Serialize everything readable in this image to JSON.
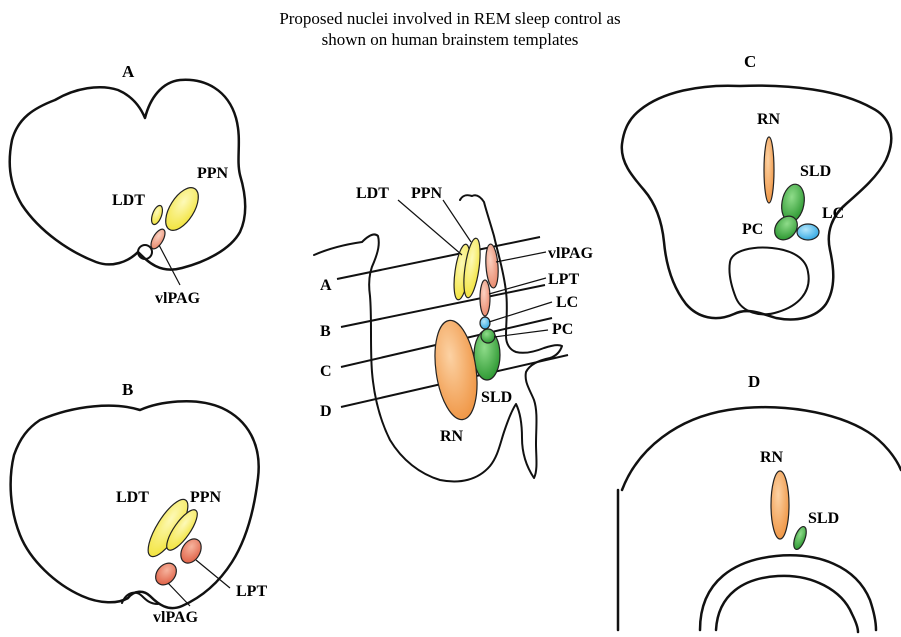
{
  "title_line1": "Proposed nuclei involved in REM sleep control as",
  "title_line2": "shown on human brainstem templates",
  "panels": {
    "A": {
      "letter": "A",
      "labels": {
        "ppn": "PPN",
        "ldt": "LDT",
        "vlpag": "vlPAG"
      }
    },
    "B": {
      "letter": "B",
      "labels": {
        "ldt": "LDT",
        "ppn": "PPN",
        "lpt": "LPT",
        "vlpag": "vlPAG"
      }
    },
    "C": {
      "letter": "C",
      "labels": {
        "rn": "RN",
        "sld": "SLD",
        "pc": "PC",
        "lc": "LC"
      }
    },
    "D": {
      "letter": "D",
      "labels": {
        "rn": "RN",
        "sld": "SLD"
      }
    },
    "sagittal": {
      "labels": {
        "ldt": "LDT",
        "ppn": "PPN",
        "vlpag": "vlPAG",
        "lpt": "LPT",
        "lc": "LC",
        "pc": "PC",
        "sld": "SLD",
        "rn": "RN"
      },
      "cuts": {
        "a": "A",
        "b": "B",
        "c": "C",
        "d": "D"
      }
    }
  },
  "colors": {
    "yellow_fill": "#f7ec5a",
    "salmon_fill": "#f0a086",
    "red_fill": "#e8745a",
    "orange_fill": "#f5a862",
    "green_fill": "#3fae3f",
    "blue_fill": "#3fb4ea"
  }
}
